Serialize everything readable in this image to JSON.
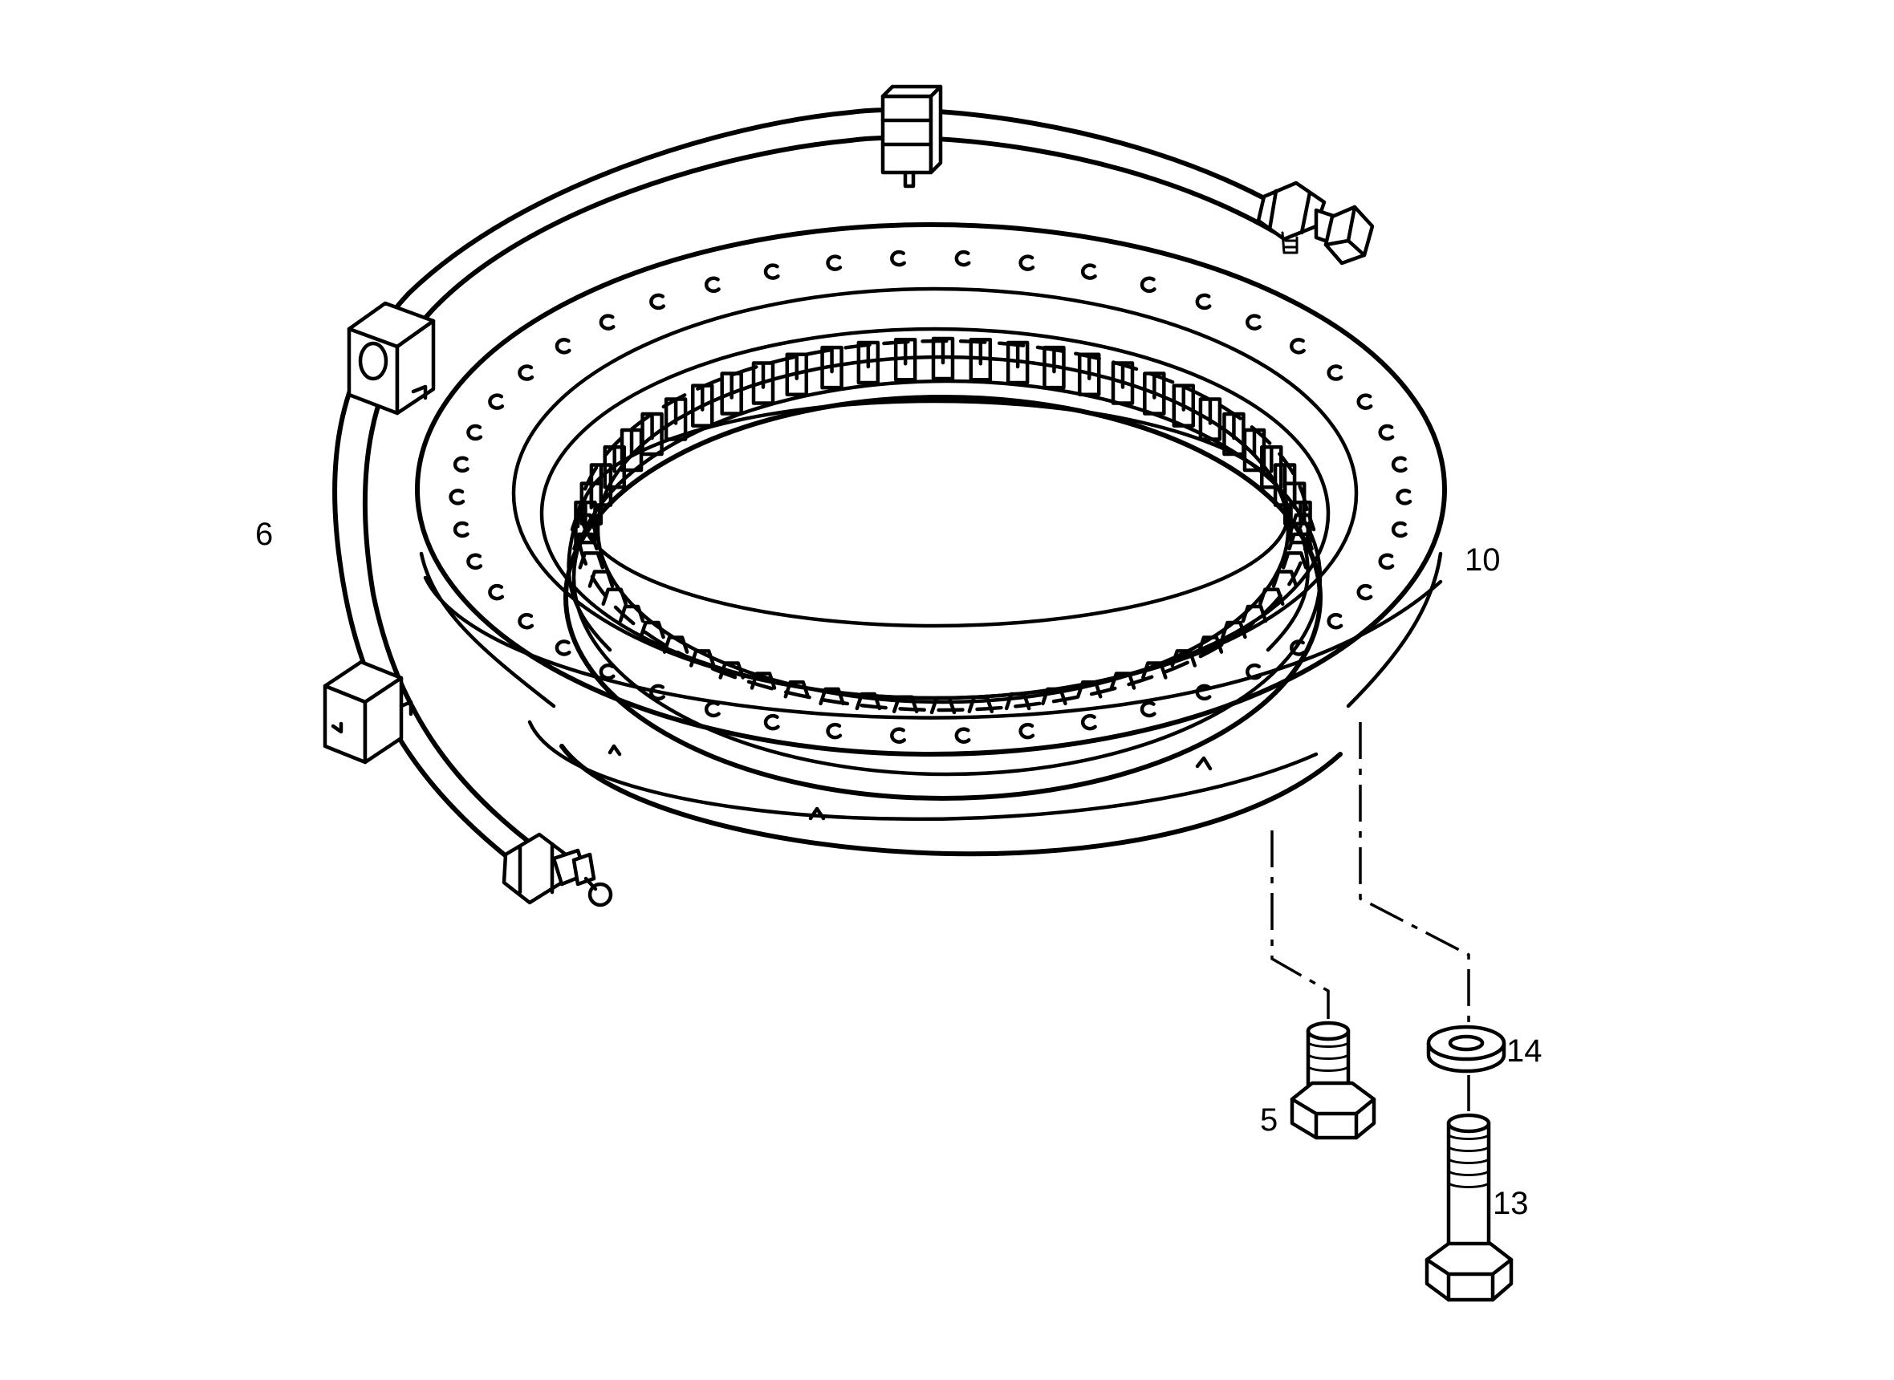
{
  "diagram": {
    "callouts": [
      {
        "id": "6",
        "text": "6"
      },
      {
        "id": "10",
        "text": "10"
      },
      {
        "id": "14",
        "text": "14"
      },
      {
        "id": "5",
        "text": "5"
      },
      {
        "id": "13",
        "text": "13"
      }
    ]
  }
}
